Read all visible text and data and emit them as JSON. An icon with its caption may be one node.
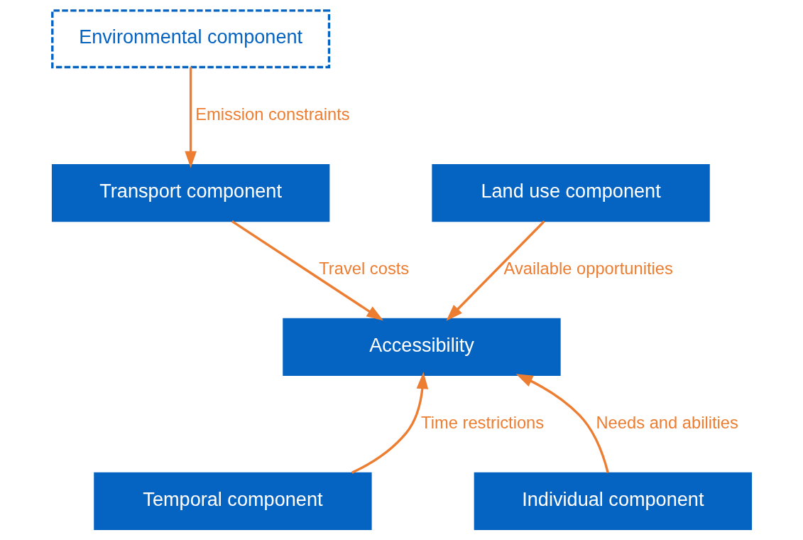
{
  "diagram": {
    "nodes": [
      {
        "text": [
          "Environmental component"
        ]
      },
      {
        "text": [
          "Land use component"
        ]
      },
      {
        "text": [
          "Transport component"
        ]
      },
      {
        "text": [
          "Accessibility"
        ]
      },
      {
        "text": [
          "Temporal component"
        ]
      },
      {
        "text": [
          "Individual component"
        ]
      }
    ],
    "edges": [
      {
        "from": 0,
        "to": 2,
        "arrow": "to",
        "label": "Emission constraints"
      },
      {
        "from": 1,
        "to": 3,
        "arrow": "to",
        "label": "Available opportunities"
      },
      {
        "from": 2,
        "to": 3,
        "arrow": "to",
        "label": "Travel costs"
      },
      {
        "from": 4,
        "to": 3,
        "arrow": "to",
        "label": "Time restrictions"
      },
      {
        "from": 5,
        "to": 3,
        "arrow": "to",
        "label": "Needs and abilities"
      }
    ]
  }
}
